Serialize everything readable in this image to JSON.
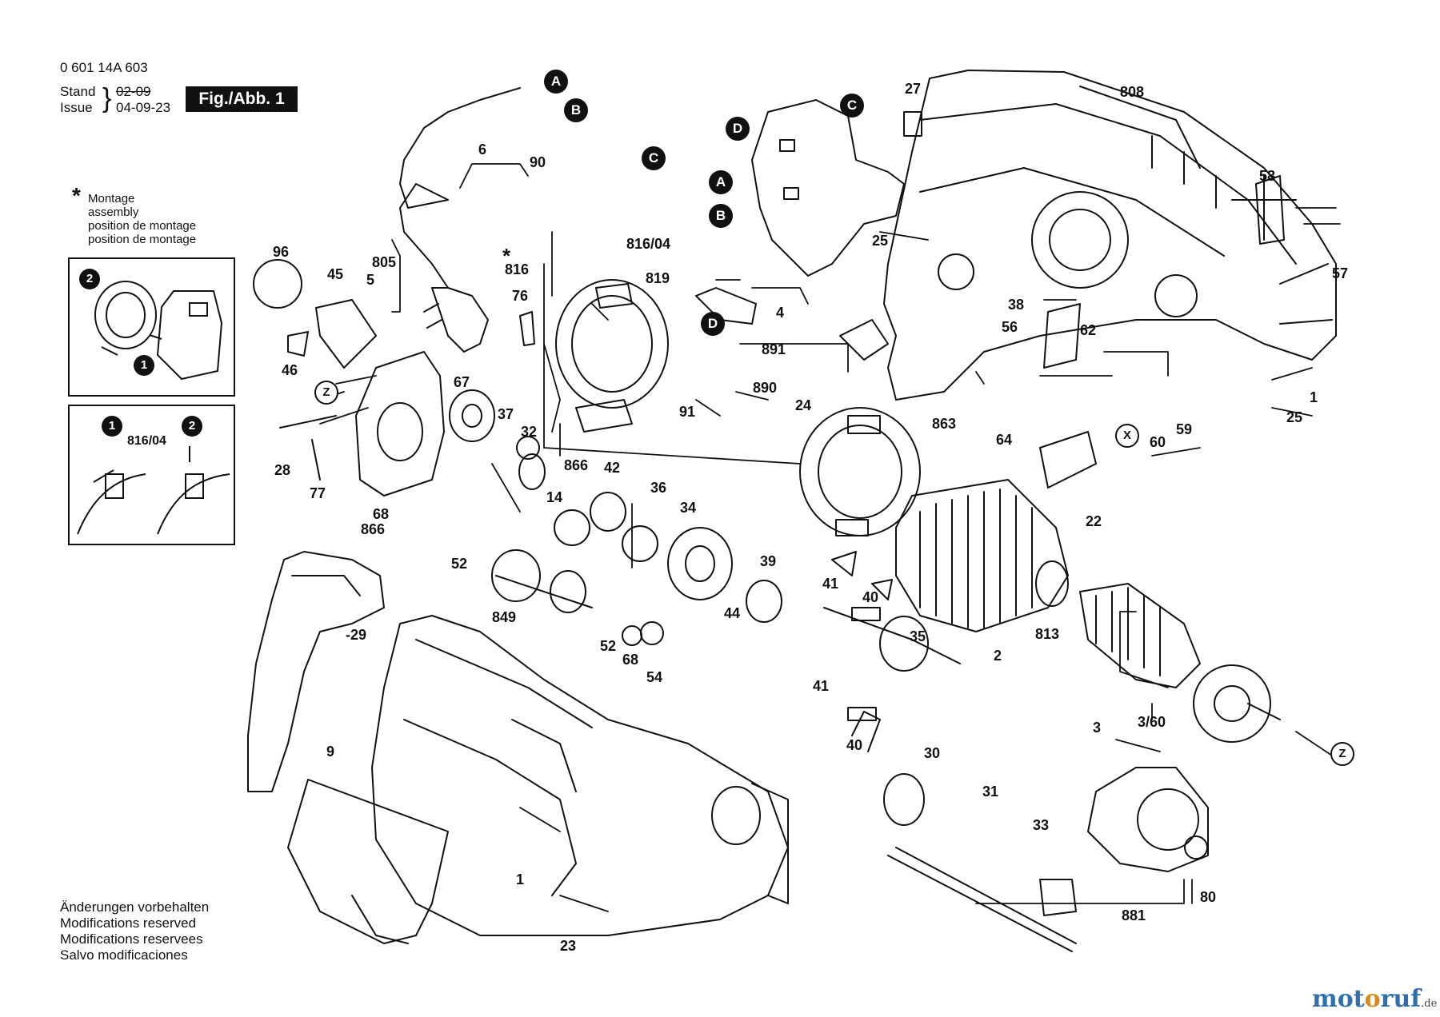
{
  "header": {
    "part_number": "0 601 14A 603",
    "stand_label": "Stand",
    "stand_value": "02-09",
    "issue_label": "Issue",
    "issue_value": "04-09-23",
    "figure_label": "Fig./Abb. 1"
  },
  "legend": {
    "star": "*",
    "lines": [
      "Montage",
      "assembly",
      "position de montage",
      "position de montage"
    ]
  },
  "inset_top": {
    "steps": [
      "2",
      "1"
    ]
  },
  "inset_bottom": {
    "steps": [
      "1",
      "2"
    ],
    "label": "816/04"
  },
  "footer": {
    "lines": [
      "Änderungen vorbehalten",
      "Modifications reserved",
      "Modifications reservees",
      "Salvo modificaciones"
    ]
  },
  "brand": {
    "name_a": "mot",
    "name_o": "o",
    "name_b": "ruf",
    "tld": ".de"
  },
  "connectors": [
    "A",
    "B",
    "C",
    "D"
  ],
  "markers": [
    "Z",
    "X"
  ],
  "callouts": {
    "c6": "6",
    "c90": "90",
    "c816_04": "816/04",
    "c816": "816",
    "star816": "*",
    "c805": "805",
    "c5": "5",
    "c96": "96",
    "c45": "45",
    "c46": "46",
    "c76": "76",
    "c819": "819",
    "c4": "4",
    "c27": "27",
    "c25a": "25",
    "c808": "808",
    "c58": "58",
    "c57": "57",
    "c891": "891",
    "c890": "890",
    "c38": "38",
    "c56": "56",
    "c62": "62",
    "c1a": "1",
    "c25b": "25",
    "c24": "24",
    "c91": "91",
    "c863": "863",
    "c64": "64",
    "c60": "60",
    "c59": "59",
    "c22": "22",
    "c67": "67",
    "c37": "37",
    "c32": "32",
    "c866a": "866",
    "c28": "28",
    "c77": "77",
    "c68a": "68",
    "c866b": "866",
    "c14": "14",
    "c42": "42",
    "c36": "36",
    "c34": "34",
    "c52a": "52",
    "c849": "849",
    "c52b": "52",
    "c68b": "68",
    "c54": "54",
    "c39": "39",
    "c41a": "41",
    "c40a": "40",
    "c44": "44",
    "c41b": "41",
    "c35": "35",
    "c2": "2",
    "c813": "813",
    "c40b": "40",
    "c30": "30",
    "c3": "3",
    "c360": "3/60",
    "c31": "31",
    "c33": "33",
    "c29": "-29",
    "c9": "9",
    "c1b": "1",
    "c23": "23",
    "c80": "80",
    "c881": "881"
  }
}
